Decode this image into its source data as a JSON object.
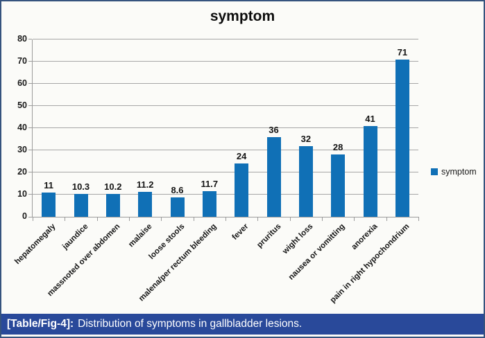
{
  "chart_data": {
    "type": "bar",
    "title": "symptom",
    "categories": [
      "hepatomegaly",
      "jaundice",
      "massnoted over abdomen",
      "malaise",
      "loose stools",
      "malena/per rectum bleeding",
      "fever",
      "pruritus",
      "wight loss",
      "nausea or vomitting",
      "anorexia",
      "pain in right hypochondrium"
    ],
    "values": [
      11,
      10.3,
      10.2,
      11.2,
      8.6,
      11.7,
      24,
      36,
      32,
      28,
      41,
      71
    ],
    "xlabel": "",
    "ylabel": "",
    "ylim": [
      0,
      80
    ],
    "ytick_step": 10,
    "ytick_labels": [
      "0",
      "10",
      "20",
      "30",
      "40",
      "50",
      "60",
      "70",
      "80"
    ],
    "grid": true,
    "legend": [
      "symptom"
    ],
    "legend_position": "right",
    "bar_color": "#1070b6"
  },
  "caption": {
    "tag": "[Table/Fig-4]:",
    "text": "Distribution of symptoms in gallbladder lesions."
  },
  "colors": {
    "bar": "#1070b6",
    "caption_background": "#29499a",
    "frame_border": "#35537e",
    "gridline": "#a6a6a6",
    "axis": "#9b9b9b",
    "page_background": "#fbfbf8"
  }
}
